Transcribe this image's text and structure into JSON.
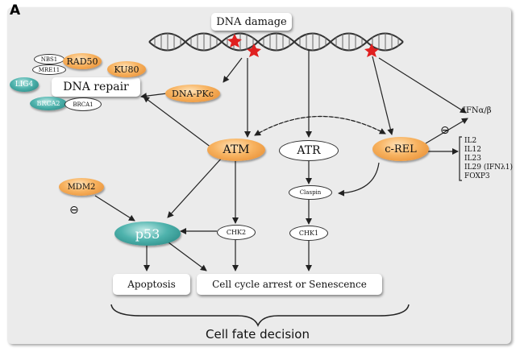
{
  "panel_label": "A",
  "nodes": {
    "dna_damage": "DNA damage",
    "dna_repair": "DNA repair",
    "nbs1": "NBS1",
    "mre11": "MRE11",
    "rad50": "RAD50",
    "ku80": "KU80",
    "lig4": "LIG4",
    "brca2": "BRCA2",
    "brca1": "BRCA1",
    "dna_pkc": "DNA-PKc",
    "atm": "ATM",
    "atr": "ATR",
    "c_rel": "c-REL",
    "mdm2": "MDM2",
    "p53": "p53",
    "chk2": "CHK2",
    "claspin": "Claspin",
    "chk1": "CHK1",
    "apoptosis": "Apoptosis",
    "cell_cycle": "Cell cycle arrest or Senescence",
    "ifn": "IFNα/β",
    "inhibit_symbol": "⊖",
    "cytokines": [
      "IL2",
      "IL12",
      "IL23",
      "IL29 (IFNλ1)",
      "FOXP3"
    ],
    "cell_fate": "Cell fate decision"
  },
  "colors": {
    "orange": "#f0a040",
    "teal": "#3aa29c",
    "panel": "#ebebeb",
    "damage_mark": "#e02020"
  }
}
